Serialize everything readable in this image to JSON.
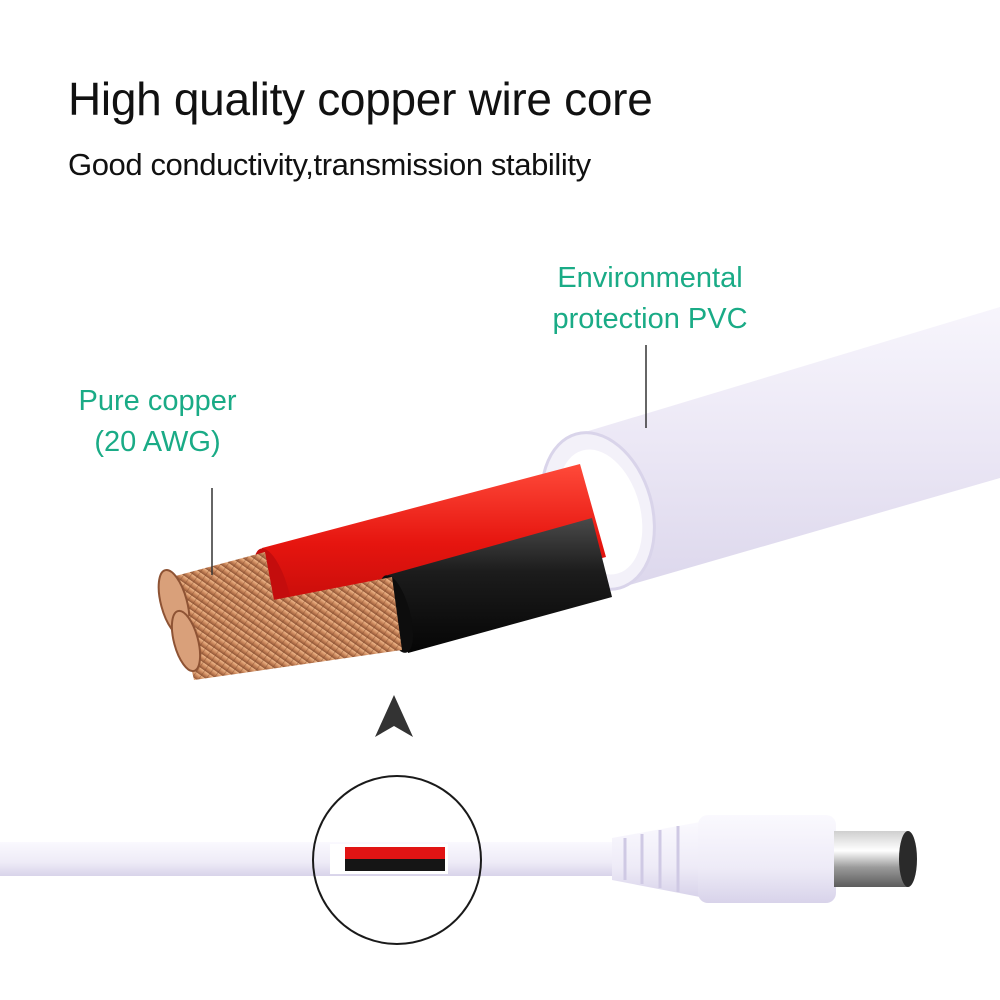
{
  "headline": "High quality copper wire core",
  "subline": "Good conductivity,transmission stability",
  "callouts": {
    "pvc": {
      "line1": "Environmental",
      "line2": "protection PVC"
    },
    "copper": {
      "line1": "Pure copper",
      "line2": "(20 AWG)"
    }
  },
  "colors": {
    "callout_text": "#1aab86",
    "heading_text": "#111111",
    "pvc_jacket": "#eeeaf6",
    "red_wire": "#e11414",
    "black_wire": "#151515",
    "copper": "#c9855a",
    "cable_white": "#f2f0fa"
  },
  "icons": {
    "pointer": "arrow-up-icon",
    "magnifier": "magnifier-circle-icon"
  }
}
